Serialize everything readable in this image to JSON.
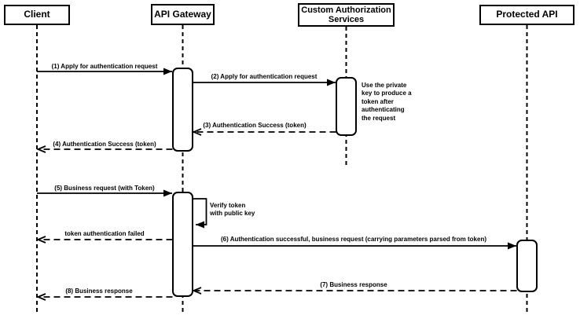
{
  "diagram": {
    "type": "uml-sequence",
    "background": "#ffffff",
    "stroke_color": "#000000",
    "participants": [
      {
        "label": "Client"
      },
      {
        "label": "API Gateway"
      },
      {
        "label": "Custom Authorization\nServices"
      },
      {
        "label": "Protected API"
      }
    ],
    "messages": [
      {
        "label": "(1) Apply for authentication request",
        "from": "Client",
        "to": "API Gateway",
        "line": "solid"
      },
      {
        "label": "(2) Apply for authentication request",
        "from": "API Gateway",
        "to": "Custom Authorization Services",
        "line": "solid"
      },
      {
        "label": "(3) Authentication Success (token)",
        "from": "Custom Authorization Services",
        "to": "API Gateway",
        "line": "dashed"
      },
      {
        "label": "(4) Authentication Success (token)",
        "from": "API Gateway",
        "to": "Client",
        "line": "dashed"
      },
      {
        "label": "(5) Business request (with Token)",
        "from": "Client",
        "to": "API Gateway",
        "line": "solid"
      },
      {
        "label": "token authentication failed",
        "from": "API Gateway",
        "to": "Client",
        "line": "dashed"
      },
      {
        "label": "(6) Authentication successful, business request (carrying parameters parsed from token)",
        "from": "API Gateway",
        "to": "Protected API",
        "line": "solid"
      },
      {
        "label": "(7) Business response",
        "from": "Protected API",
        "to": "API Gateway",
        "line": "dashed"
      },
      {
        "label": "(8) Business response",
        "from": "API Gateway",
        "to": "Client",
        "line": "dashed"
      }
    ],
    "self_message": {
      "label": "Verify token\nwith public key",
      "on": "API Gateway"
    },
    "note": {
      "text": "Use the private\nkey to produce a\ntoken after\nauthenticating\nthe request",
      "attached_to": "Custom Authorization Services"
    }
  }
}
